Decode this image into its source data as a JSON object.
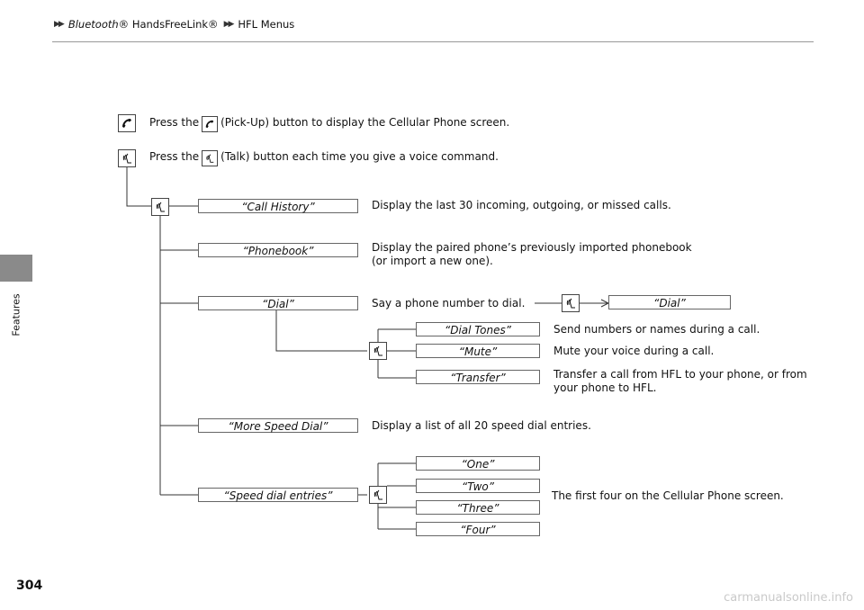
{
  "header": {
    "breadcrumb": [
      "Bluetooth® HandsFreeLink®",
      "HFL Menus"
    ],
    "breadcrumb_first_brand": "Bluetooth",
    "breadcrumb_first_rest": "® HandsFreeLink®"
  },
  "sidebar": {
    "section_label": "Features"
  },
  "page_number": "304",
  "intro": {
    "pickup_before": "Press the",
    "pickup_after": "(Pick-Up) button to display the Cellular Phone screen.",
    "talk_before": "Press the",
    "talk_after": "(Talk) button each time you give a voice command."
  },
  "commands": {
    "call_history": "“Call History”",
    "phonebook": "“Phonebook”",
    "dial": "“Dial”",
    "dial_sub": "“Dial”",
    "dial_tones": "“Dial Tones”",
    "mute": "“Mute”",
    "transfer": "“Transfer”",
    "more_speed_dial": "“More Speed Dial”",
    "speed_dial_entries": "“Speed dial entries”",
    "one": "“One”",
    "two": "“Two”",
    "three": "“Three”",
    "four": "“Four”"
  },
  "descriptions": {
    "call_history": "Display the last 30 incoming, outgoing, or missed calls.",
    "phonebook_1": "Display the paired phone’s previously imported phonebook",
    "phonebook_2": "(or import a new one).",
    "dial": "Say a phone number to dial.",
    "dial_tones": "Send numbers or names during a call.",
    "mute": "Mute your voice during a call.",
    "transfer_1": "Transfer a call from HFL to your phone, or from",
    "transfer_2": "your phone to HFL.",
    "more_speed_dial": "Display a list of all 20 speed dial entries.",
    "speed_dial_entries": "The first four on the Cellular Phone screen."
  },
  "icons": {
    "pickup": "pickup-phone-icon",
    "talk": "talk-icon"
  },
  "watermark": "carmanualsonline.info"
}
